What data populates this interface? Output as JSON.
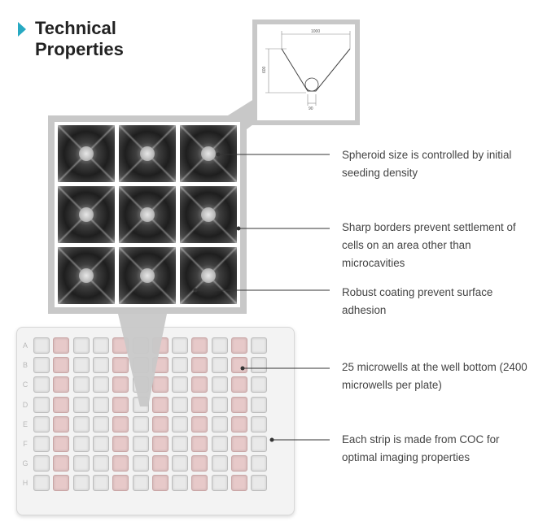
{
  "header": {
    "title": "Technical Properties",
    "accent_color": "#27a9c2"
  },
  "cross_section": {
    "width_label": "1000",
    "depth_label": "600",
    "bottom_label": "90"
  },
  "plate": {
    "row_letters": [
      "A",
      "B",
      "C",
      "D",
      "E",
      "F",
      "G",
      "H"
    ],
    "rows": 8,
    "cols": 12,
    "pink_cols": [
      1,
      4,
      6,
      8,
      10
    ]
  },
  "callouts": [
    "Spheroid size is controlled by initial seeding density",
    "Sharp borders prevent settlement of cells on an area other than microcavities",
    "Robust coating prevent surface adhesion",
    "25 microwells at the well bottom (2400 microwells per plate)",
    "Each strip is made from COC for optimal imaging properties"
  ],
  "colors": {
    "frame_grey": "#c8c8c8",
    "pink_well": "#e7c9c9",
    "line": "#333333"
  }
}
